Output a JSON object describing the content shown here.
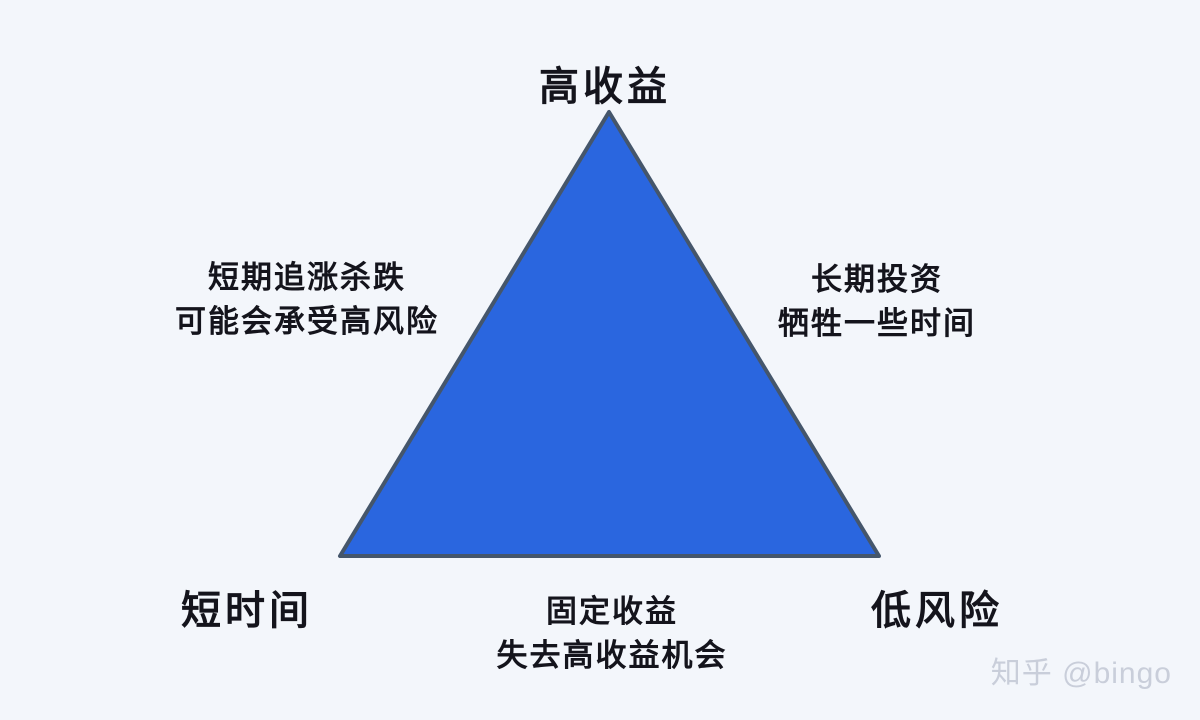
{
  "diagram": {
    "top_vertex_label": "高收益",
    "left_note": {
      "line1": "短期追涨杀跌",
      "line2": "可能会承受高风险"
    },
    "right_note": {
      "line1": "长期投资",
      "line2": "牺牲一些时间"
    },
    "bottom_left_vertex_label": "短时间",
    "bottom_right_vertex_label": "低风险",
    "bottom_note": {
      "line1": "固定收益",
      "line2": "失去高收益机会"
    },
    "colors": {
      "background": "#F3F6FB",
      "triangle_fill": "#2A66DF",
      "triangle_stroke": "#45566B",
      "text": "#14141C",
      "watermark": "#C9CEDA"
    }
  },
  "watermark": {
    "text": "知乎 @bingo"
  }
}
